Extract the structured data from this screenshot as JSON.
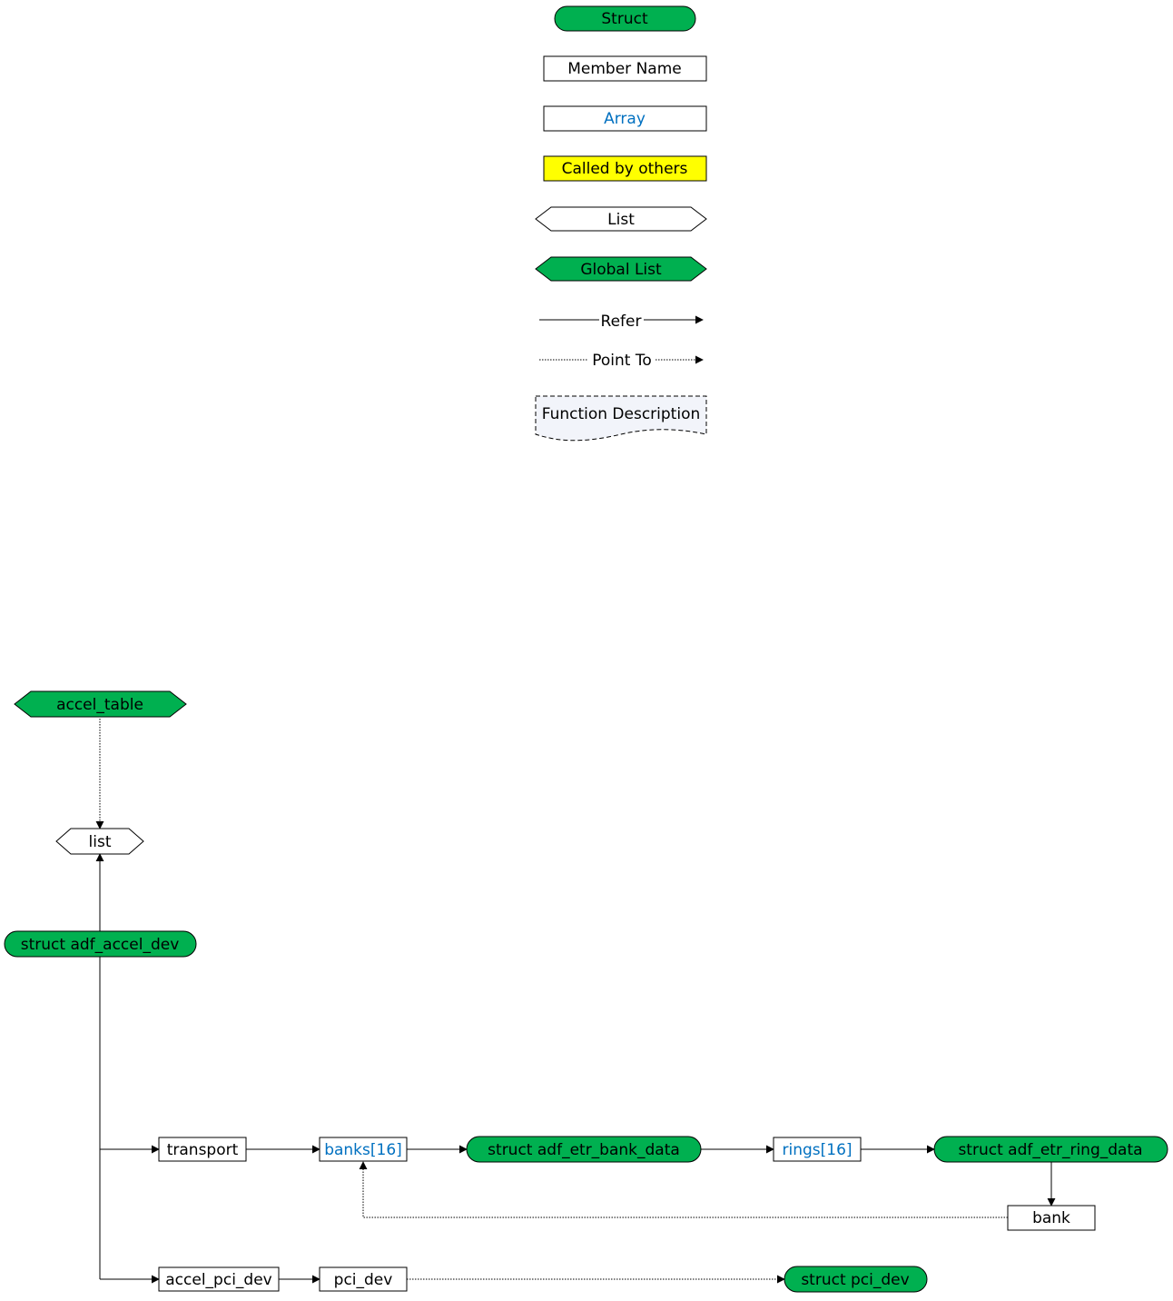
{
  "colors": {
    "struct_fill": "#00b050",
    "called_fill": "#ffff00",
    "array_text": "#0070c0",
    "stroke": "#000000",
    "desc_fill": "#f2f4fa"
  },
  "legend": {
    "struct": "Struct",
    "member": "Member Name",
    "array": "Array",
    "called": "Called by others",
    "list": "List",
    "global_list": "Global List",
    "refer": "Refer",
    "point_to": "Point To",
    "function_desc": "Function Description"
  },
  "nodes": {
    "accel_table": "accel_table",
    "list": "list",
    "adf_accel_dev": "struct adf_accel_dev",
    "transport": "transport",
    "banks": "banks[16]",
    "bank_data": "struct adf_etr_bank_data",
    "rings": "rings[16]",
    "ring_data": "struct adf_etr_ring_data",
    "bank": "bank",
    "accel_pci_dev": "accel_pci_dev",
    "pci_dev": "pci_dev",
    "struct_pci_dev": "struct pci_dev"
  }
}
